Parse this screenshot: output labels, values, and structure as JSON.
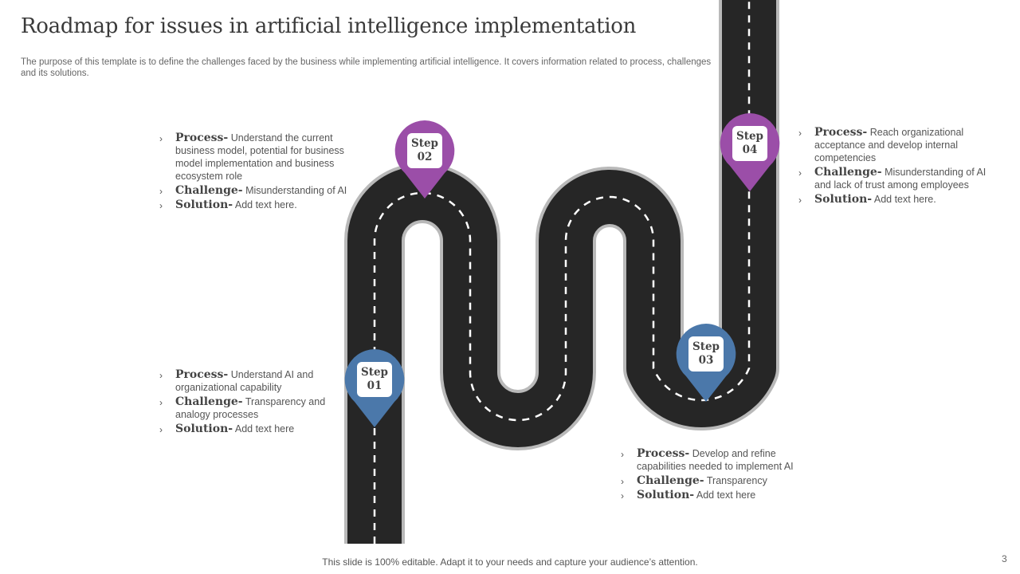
{
  "title": "Roadmap for issues in artificial intelligence implementation",
  "subtitle": "The purpose of this template is to define the challenges faced by the business while implementing artificial intelligence. It covers information related to process, challenges and its solutions.",
  "colors": {
    "purple": "#9b4ea8",
    "blue": "#4b78aa",
    "road": "#262626",
    "road_edge": "#b9b9b9"
  },
  "steps": [
    {
      "word": "Step",
      "num": "01",
      "color": "blue"
    },
    {
      "word": "Step",
      "num": "02",
      "color": "purple"
    },
    {
      "word": "Step",
      "num": "03",
      "color": "blue"
    },
    {
      "word": "Step",
      "num": "04",
      "color": "purple"
    }
  ],
  "blocks": {
    "step01": {
      "process_term": "Process-",
      "process_text": "Understand AI and organizational capability",
      "challenge_term": "Challenge-",
      "challenge_text": "Transparency and analogy processes",
      "solution_term": "Solution-",
      "solution_text": "Add text here"
    },
    "step02": {
      "process_term": "Process-",
      "process_text": "Understand the current business model, potential for business model implementation and business ecosystem role",
      "challenge_term": "Challenge-",
      "challenge_text": "Misunderstanding of AI",
      "solution_term": "Solution-",
      "solution_text": "Add text here."
    },
    "step03": {
      "process_term": "Process-",
      "process_text": "Develop and refine capabilities needed to implement AI",
      "challenge_term": "Challenge-",
      "challenge_text": "Transparency",
      "solution_term": "Solution-",
      "solution_text": "Add text here"
    },
    "step04": {
      "process_term": "Process-",
      "process_text": "Reach organizational acceptance and develop internal competencies",
      "challenge_term": "Challenge-",
      "challenge_text": "Misunderstanding of AI and lack of trust among employees",
      "solution_term": "Solution-",
      "solution_text": "Add text here."
    }
  },
  "chevron": "›",
  "footer": "This slide is 100% editable. Adapt it to your needs and capture your audience’s attention.",
  "page_number": "3"
}
